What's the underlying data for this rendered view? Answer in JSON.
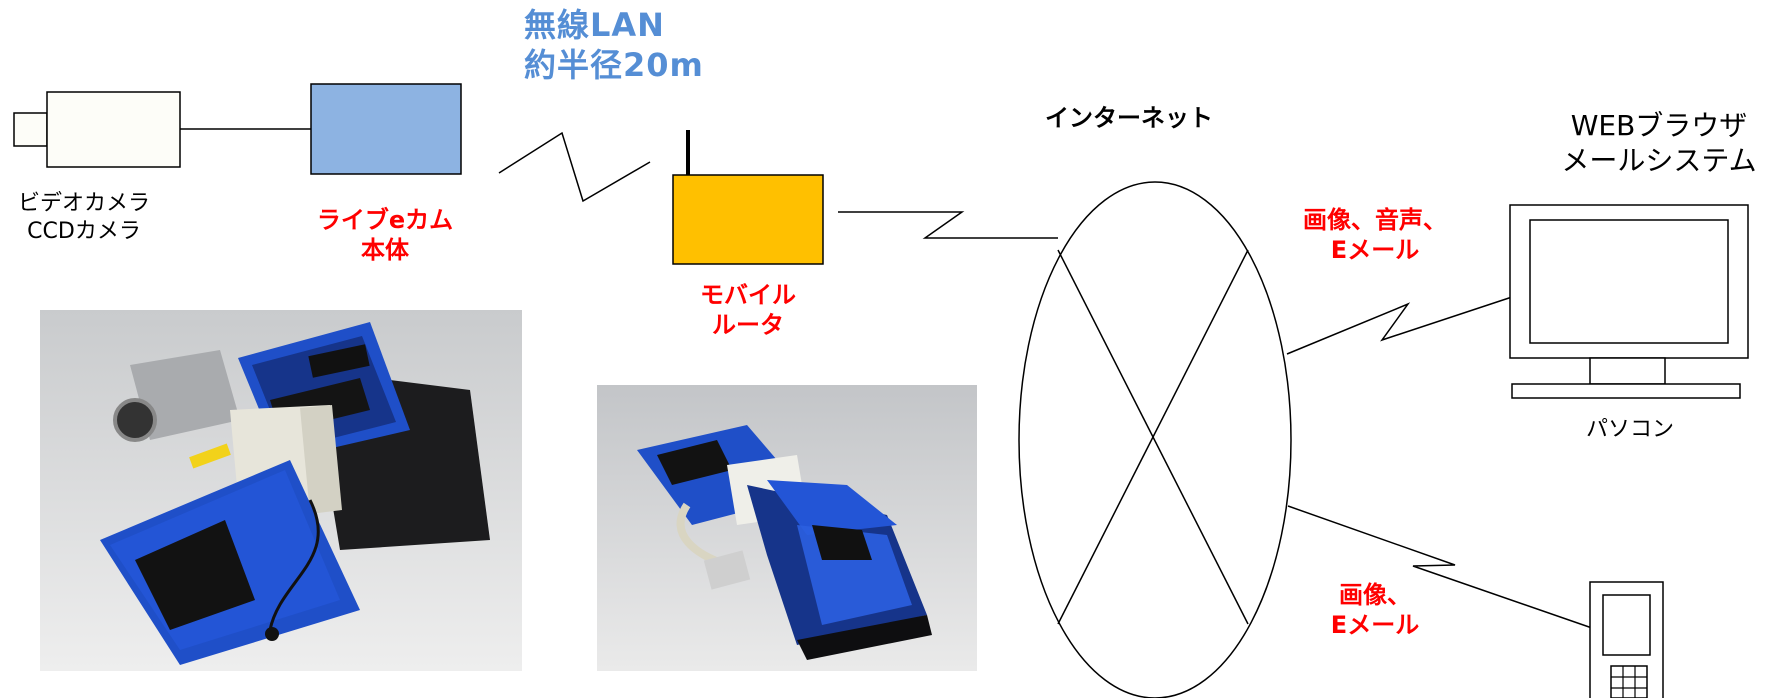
{
  "wireless": {
    "line1": "無線LAN",
    "line2": "約半径20m"
  },
  "internet": {
    "label": "インターネット"
  },
  "videocam": {
    "line1": "ビデオカメラ",
    "line2": "CCDカメラ"
  },
  "livecam": {
    "line1": "ライブeカム",
    "line2": "本体"
  },
  "router": {
    "line1": "モバイル",
    "line2": "ルータ"
  },
  "pc": {
    "title1": "WEBブラウザ",
    "title2": "メールシステム",
    "label": "パソコン"
  },
  "flow_pc": {
    "line1": "画像、音声、",
    "line2": "Eメール"
  },
  "flow_phone": {
    "line1": "画像、",
    "line2": "Eメール"
  },
  "colors": {
    "livecam_box": "#8db3e2",
    "router_box": "#ffc000",
    "red_text": "#ff0000",
    "blue_text": "#558ed5",
    "pouch_blue": "#1f4fc8"
  },
  "photos": [
    {
      "name": "livecam-kit-photo"
    },
    {
      "name": "router-pouch-photo"
    }
  ]
}
